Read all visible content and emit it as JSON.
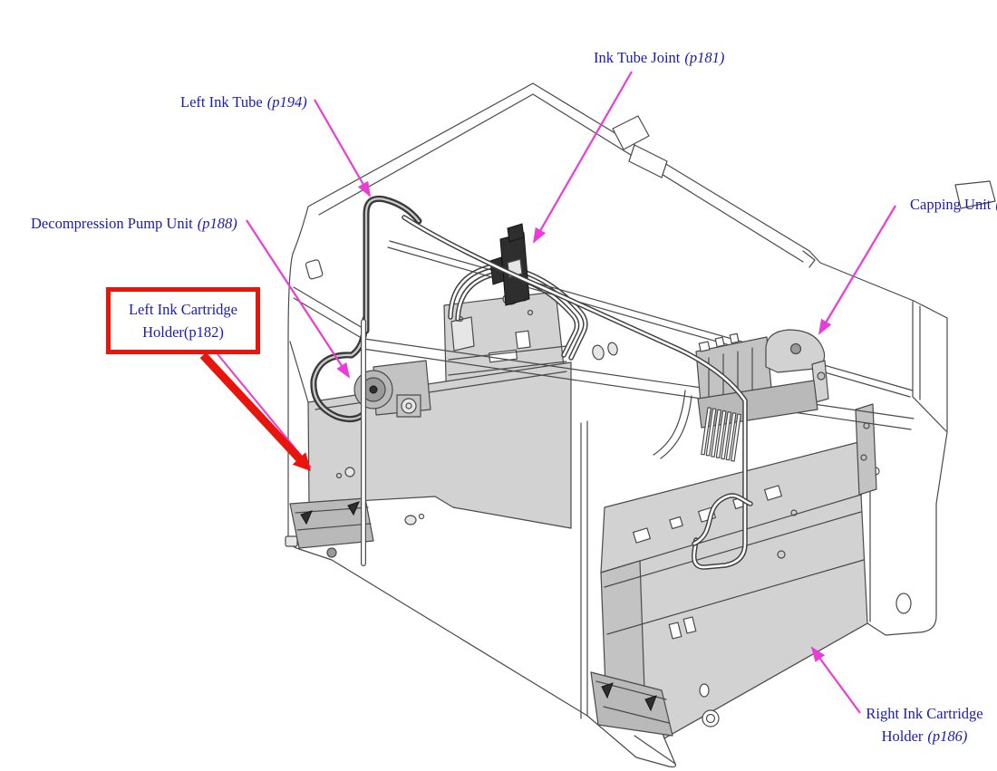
{
  "diagram": {
    "labels": {
      "ink_tube_joint": {
        "text": "Ink Tube Joint",
        "page_ref": "(p181)"
      },
      "left_ink_tube": {
        "text": "Left Ink Tube",
        "page_ref": "(p194)"
      },
      "decompression_pump_unit": {
        "text": "Decompression Pump Unit",
        "page_ref": "(p188)"
      },
      "left_ink_cartridge_holder": {
        "line1": "Left Ink Cartridge",
        "line2": "Holder",
        "page_ref": "(p182)"
      },
      "capping_unit": {
        "text": "Capping Unit",
        "page_ref": "("
      },
      "right_ink_cartridge_holder": {
        "line1": "Right Ink Cartridge",
        "line2": "Holder",
        "page_ref": "(p186)"
      }
    },
    "colors": {
      "label_text": "#1b1bb4",
      "leader_line": "#e93cd8",
      "highlight": "#e8150c",
      "line_art": "#4a4a4a",
      "panel_fill": "#d2d2d2"
    }
  }
}
